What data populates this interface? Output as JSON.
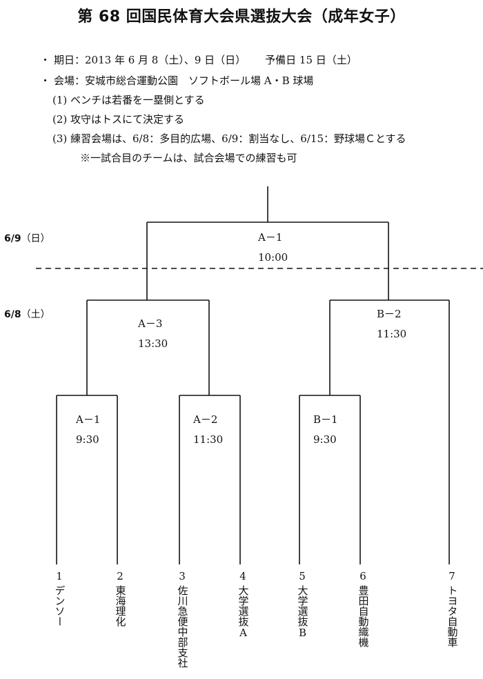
{
  "title": "第 68 回国民体育大会県選抜大会（成年女子）",
  "info": {
    "dates": "期日：2013 年 6 月 8（土）、9 日（日）",
    "reserve": "予備日 15 日（土）",
    "venue": "会場：安城市総合運動公園　ソフトボール場 A・B 球場",
    "rule1": "(1)  ベンチは若番を一塁側とする",
    "rule2": "(2)  攻守はトスにて決定する",
    "rule3": "(3)  練習会場は、6/8：多目的広場、6/9：割当なし、6/15：野球場Ｃとする",
    "note": "※一試合目のチームは、試合会場での練習も可",
    "bullet": "・"
  },
  "days": {
    "day2_date": "6/9",
    "day2_dow": "（日）",
    "day1_date": "6/8",
    "day1_dow": "（土）"
  },
  "matches": {
    "final": {
      "label": "A－1",
      "time": "10:00"
    },
    "a3": {
      "label": "A－3",
      "time": "13:30"
    },
    "b2": {
      "label": "B－2",
      "time": "11:30"
    },
    "a1": {
      "label": "A－1",
      "time": "9:30"
    },
    "a2": {
      "label": "A－2",
      "time": "11:30"
    },
    "b1": {
      "label": "B－1",
      "time": "9:30"
    }
  },
  "teams": [
    {
      "num": "1",
      "name": "デンソー"
    },
    {
      "num": "2",
      "name": "東海理化"
    },
    {
      "num": "3",
      "name": "佐川急便中部支社"
    },
    {
      "num": "4",
      "name": "大学選抜A"
    },
    {
      "num": "5",
      "name": "大学選抜B"
    },
    {
      "num": "6",
      "name": "豊田自動織機"
    },
    {
      "num": "7",
      "name": "トヨタ自動車"
    }
  ]
}
